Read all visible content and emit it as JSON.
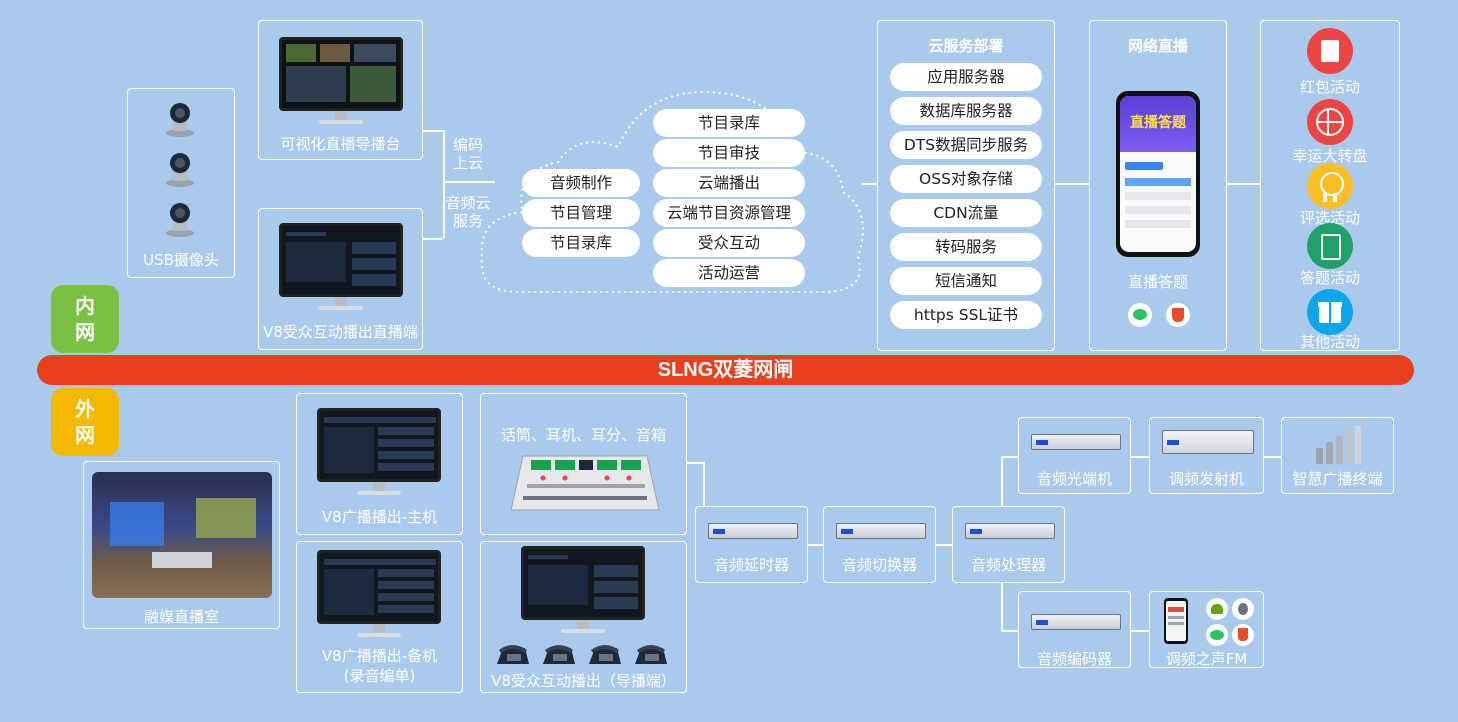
{
  "inner": {
    "tag": "内网",
    "usb_camera": "USB摄像头",
    "visual_console": "可视化直播导播台",
    "v8_interactive_live": "V8受众互动播出直播端",
    "link_encode": "编码上云",
    "link_audio": "音频云服务",
    "cloud_left": [
      "音频制作",
      "节目管理",
      "节目录库"
    ],
    "cloud_right": [
      "节目录库",
      "节目审技",
      "云端播出",
      "云端节目资源管理",
      "受众互动",
      "活动运营"
    ],
    "cloud_service": {
      "title": "云服务部署",
      "items": [
        "应用服务器",
        "数据库服务器",
        "DTS数据同步服务",
        "OSS对象存储",
        "CDN流量",
        "转码服务",
        "短信通知",
        "https SSL证书"
      ]
    },
    "live_stream": {
      "title": "网络直播",
      "caption": "直播答题",
      "phone_title": "直播答题"
    },
    "activities": [
      "红包活动",
      "幸运大转盘",
      "评选活动",
      "答题活动",
      "其他活动"
    ]
  },
  "gateway": "SLNG双菱网闸",
  "outer": {
    "tag": "外网",
    "studio": "融媒直播室",
    "v8_main": "V8广播播出-主机",
    "v8_backup": "V8广播播出-备机\n(录音编单)",
    "mic_caption": "话筒、耳机、耳分、音箱",
    "v8_interactive_director": "V8受众互动播出（导播端）",
    "audio_delay": "音频延时器",
    "audio_switch": "音频切换器",
    "audio_processor": "音频处理器",
    "audio_optical": "音频光端机",
    "fm_transmitter": "调频发射机",
    "smart_terminal": "智慧广播终端",
    "audio_encoder": "音频编码器",
    "fm_voice": "调频之声FM"
  },
  "colors": {
    "background": "#a9caec",
    "gateway": "#e8401c",
    "inner_tag": "#7ac143",
    "outer_tag": "#f5b800"
  }
}
